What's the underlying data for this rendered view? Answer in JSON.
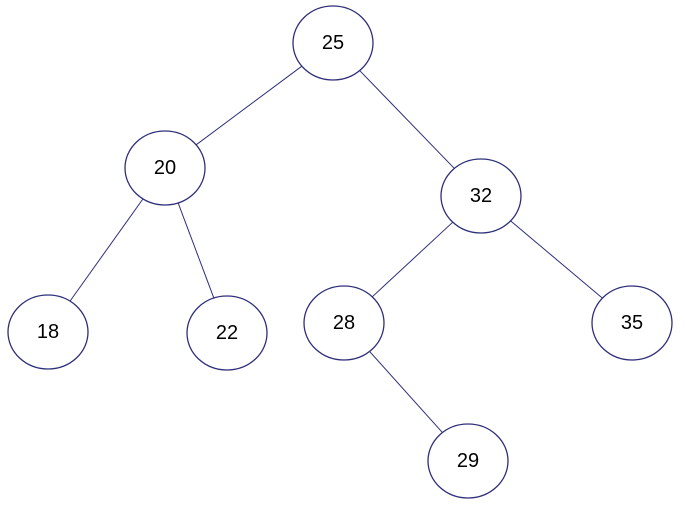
{
  "diagram": {
    "type": "binary-tree",
    "colors": {
      "stroke": "#2f2f7a",
      "fill": "#ffffff",
      "text": "#000000"
    },
    "nodes": [
      {
        "id": "n25",
        "label": "25"
      },
      {
        "id": "n20",
        "label": "20"
      },
      {
        "id": "n32",
        "label": "32"
      },
      {
        "id": "n18",
        "label": "18"
      },
      {
        "id": "n22",
        "label": "22"
      },
      {
        "id": "n28",
        "label": "28"
      },
      {
        "id": "n35",
        "label": "35"
      },
      {
        "id": "n29",
        "label": "29"
      }
    ],
    "edges": [
      {
        "from": "n25",
        "to": "n20"
      },
      {
        "from": "n25",
        "to": "n32"
      },
      {
        "from": "n20",
        "to": "n18"
      },
      {
        "from": "n20",
        "to": "n22"
      },
      {
        "from": "n32",
        "to": "n28"
      },
      {
        "from": "n32",
        "to": "n35"
      },
      {
        "from": "n28",
        "to": "n29"
      }
    ]
  }
}
